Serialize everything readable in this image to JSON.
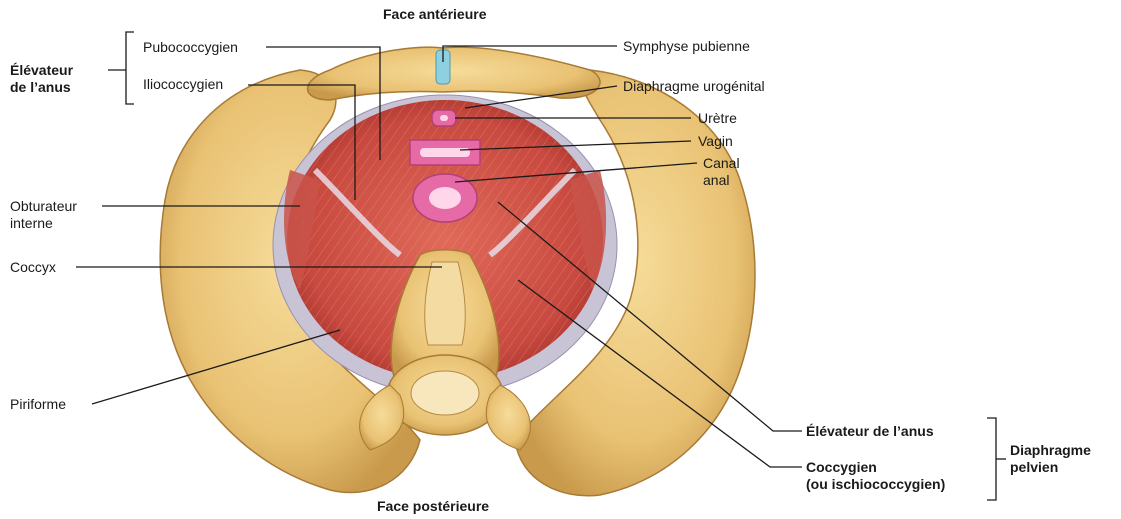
{
  "title_top": "Face antérieure",
  "title_bottom": "Face postérieure",
  "group_left": {
    "line1": "Élévateur",
    "line2": "de l’anus"
  },
  "group_right": {
    "line1": "Diaphragme",
    "line2": "pelvien"
  },
  "labels": {
    "pubococcygien": "Pubococcygien",
    "iliococcygien": "Iliococcygien",
    "obturateur_1": "Obturateur",
    "obturateur_2": "interne",
    "coccyx": "Coccyx",
    "piriforme": "Piriforme",
    "symphyse": "Symphyse pubienne",
    "diaphragme_urogenital": "Diaphragme urogénital",
    "uretre": "Urètre",
    "vagin": "Vagin",
    "canal_1": "Canal",
    "canal_2": "anal",
    "elevateur": "Élévateur de l’anus",
    "coccygien_1": "Coccygien",
    "coccygien_2": "(ou ischiococcygien)"
  }
}
